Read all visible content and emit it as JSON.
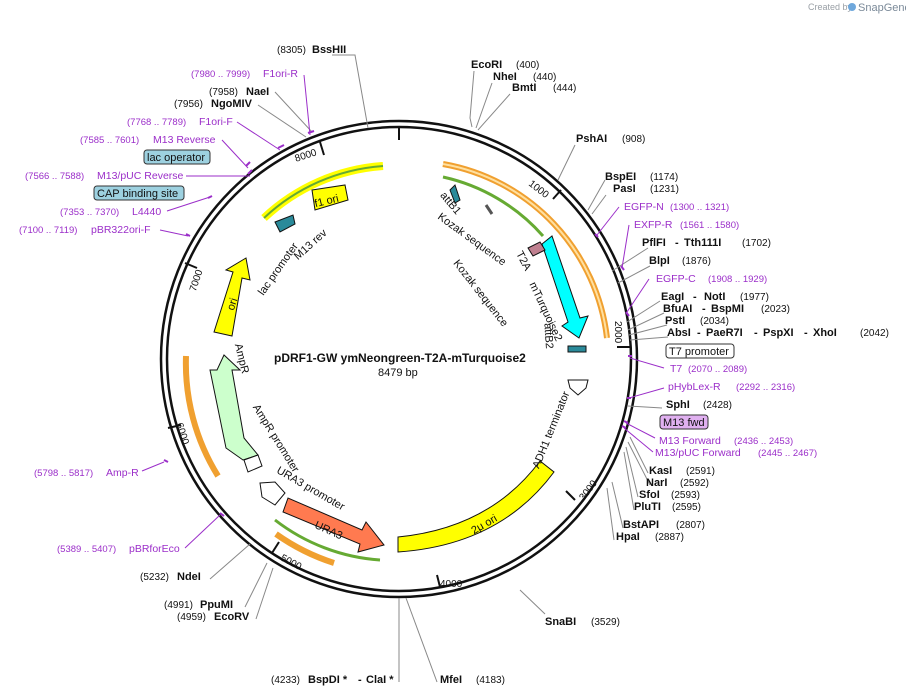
{
  "header": {
    "credit_text": "Created by",
    "brand": "SnapGene"
  },
  "map": {
    "name": "pDRF1-GW ymNeongreen-T2A-mTurquoise2",
    "length": "8479 bp"
  },
  "ticks": [
    "1000",
    "2000",
    "3000",
    "4000",
    "5000",
    "6000",
    "7000",
    "8000"
  ],
  "enzymes": [
    {
      "name": "BssHII",
      "pos": "(8305)"
    },
    {
      "name": "EcoRI",
      "pos": "(400)"
    },
    {
      "name": "NheI",
      "pos": "(440)"
    },
    {
      "name": "BmtI",
      "pos": "(444)"
    },
    {
      "name": "PshAI",
      "pos": "(908)"
    },
    {
      "name": "BspEI",
      "pos": "(1174)"
    },
    {
      "name": "PasI",
      "pos": "(1231)"
    },
    {
      "name": "PflFI",
      "name2": "Tth111I",
      "pos": "(1702)"
    },
    {
      "name": "BlpI",
      "pos": "(1876)"
    },
    {
      "name": "EagI",
      "name2": "NotI",
      "pos": "(1977)"
    },
    {
      "name": "BfuAI",
      "name2": "BspMI",
      "pos": "(2023)"
    },
    {
      "name": "PstI",
      "pos": "(2034)"
    },
    {
      "name": "AbsI",
      "name2": "PaeR7I",
      "name3": "PspXI",
      "name4": "XhoI",
      "pos": "(2042)"
    },
    {
      "name": "SphI",
      "pos": "(2428)"
    },
    {
      "name": "KasI",
      "pos": "(2591)"
    },
    {
      "name": "NarI",
      "pos": "(2592)"
    },
    {
      "name": "SfoI",
      "pos": "(2593)"
    },
    {
      "name": "PluTI",
      "pos": "(2595)"
    },
    {
      "name": "BstAPI",
      "pos": "(2807)"
    },
    {
      "name": "HpaI",
      "pos": "(2887)"
    },
    {
      "name": "SnaBI",
      "pos": "(3529)"
    },
    {
      "name": "MfeI",
      "pos": "(4183)"
    },
    {
      "name": "BspDI *",
      "name2": "ClaI *",
      "pos": "(4233)"
    },
    {
      "name": "EcoRV",
      "pos": "(4959)"
    },
    {
      "name": "PpuMI",
      "pos": "(4991)"
    },
    {
      "name": "NdeI",
      "pos": "(5232)"
    },
    {
      "name": "NgoMIV",
      "pos": "(7956)"
    },
    {
      "name": "NaeI",
      "pos": "(7958)"
    }
  ],
  "primers": [
    {
      "name": "F1ori-R",
      "pos": "(7980 .. 7999)"
    },
    {
      "name": "F1ori-F",
      "pos": "(7768 .. 7789)"
    },
    {
      "name": "M13 Reverse",
      "pos": "(7585 .. 7601)"
    },
    {
      "name": "M13/pUC Reverse",
      "pos": "(7566 .. 7588)"
    },
    {
      "name": "L4440",
      "pos": "(7353 .. 7370)"
    },
    {
      "name": "pBR322ori-F",
      "pos": "(7100 .. 7119)"
    },
    {
      "name": "EGFP-N",
      "pos": "(1300 .. 1321)"
    },
    {
      "name": "EXFP-R",
      "pos": "(1561 .. 1580)"
    },
    {
      "name": "EGFP-C",
      "pos": "(1908 .. 1929)"
    },
    {
      "name": "T7",
      "pos": "(2070 .. 2089)"
    },
    {
      "name": "pHybLex-R",
      "pos": "(2292 .. 2316)"
    },
    {
      "name": "M13 Forward",
      "pos": "(2436 .. 2453)"
    },
    {
      "name": "M13/pUC Forward",
      "pos": "(2445 .. 2467)"
    },
    {
      "name": "Amp-R",
      "pos": "(5798 .. 5817)"
    },
    {
      "name": "pBRforEco",
      "pos": "(5389 .. 5407)"
    }
  ],
  "boxed_features": {
    "lac_operator": "lac operator",
    "cap_site": "CAP binding site",
    "t7_promoter": "T7 promoter",
    "m13_fwd": "M13 fwd"
  },
  "inner_features": {
    "f1_ori": "f1 ori",
    "m13_rev": "M13 rev",
    "lac_promoter": "lac promoter",
    "ori": "ori",
    "ampr": "AmpR",
    "ampr_promoter": "AmpR promoter",
    "ura3_promoter": "URA3 promoter",
    "ura3": "URA3",
    "two_mu_ori": "2μ ori",
    "adh1": "ADH1 terminator",
    "attb1": "attB1",
    "attb2": "attB2",
    "kozak1": "Kozak sequence",
    "kozak2": "Kozak sequence",
    "t2a": "T2A",
    "mturq": "mTurquoise2"
  },
  "colors": {
    "backbone": "#111111",
    "primer": "#9b2ec9",
    "ori_yellow": "#ffff00",
    "ampr_green": "#ccffcc",
    "ura3_orange": "#ff7a50",
    "mturq_cyan": "#00ffff",
    "orange_line": "#f0a030",
    "green_line": "#66aa33",
    "box_blue": "#9dd1e0",
    "box_purple": "#e0b0f0"
  }
}
